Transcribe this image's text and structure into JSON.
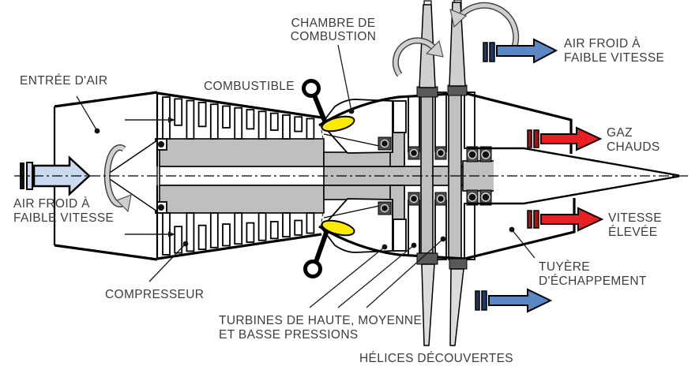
{
  "diagram": {
    "type": "open-rotor-jet-engine-cross-section",
    "labels": {
      "air_inlet": "ENTRÉE D'AIR",
      "fuel": "COMBUSTIBLE",
      "combustion_chamber_1": "CHAMBRE DE",
      "combustion_chamber_2": "COMBUSTION",
      "cold_air_top_1": "AIR FROID À",
      "cold_air_top_2": "FAIBLE VITESSE",
      "cold_air_left_1": "AIR FROID À",
      "cold_air_left_2": "FAIBLE VITESSE",
      "hot_gas_1": "GAZ",
      "hot_gas_2": "CHAUDS",
      "high_speed_1": "VITESSE",
      "high_speed_2": "ÉLEVÉE",
      "compressor": "COMPRESSEUR",
      "turbines_1": "TURBINES DE HAUTE, MOYENNE",
      "turbines_2": "ET BASSE PRESSIONS",
      "open_propellers": "HÉLICES DÉCOUVERTES",
      "exhaust_nozzle_1": "TUYÈRE",
      "exhaust_nozzle_2": "D'ÉCHAPPEMENT"
    },
    "colors": {
      "intake_air": "#ccdaf0",
      "cold_air": "#5b87c5",
      "cold_air_stripe": "#1f3864",
      "hot_gas": "#e92023",
      "hot_gas_stripe": "#a31515",
      "flame": "#ffeb00",
      "metal": "#bfbfbf",
      "dark_metal": "#595959"
    }
  }
}
